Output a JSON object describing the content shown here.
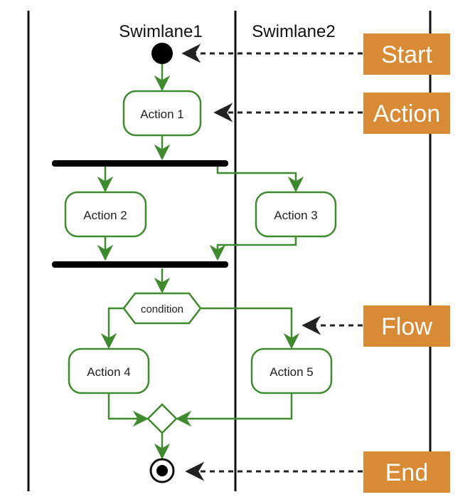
{
  "swimlanes": [
    "Swimlane1",
    "Swimlane2"
  ],
  "actions": {
    "a1": "Action 1",
    "a2": "Action 2",
    "a3": "Action 3",
    "a4": "Action 4",
    "a5": "Action 5"
  },
  "condition": "condition",
  "callouts": {
    "start": "Start",
    "action": "Action",
    "flow": "Flow",
    "end": "End"
  },
  "colors": {
    "flow_green": "#3f8a2f",
    "callout_orange": "#d98a35",
    "bar_black": "#000000"
  }
}
